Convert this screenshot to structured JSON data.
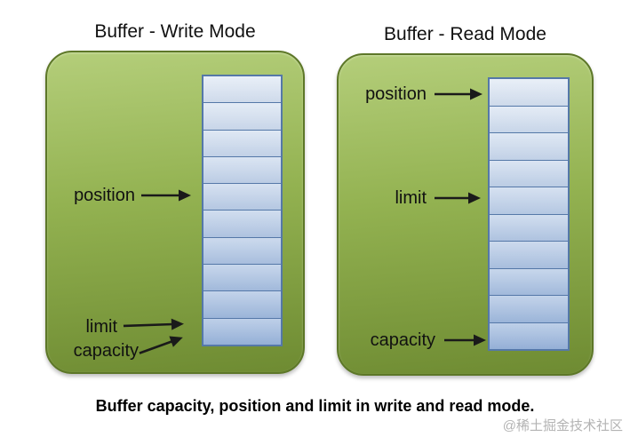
{
  "figure": {
    "caption": "Buffer capacity, position and limit in write and read mode.",
    "watermark": "@稀土掘金技术社区"
  },
  "colors": {
    "panel_gradient_top": "#b4ce7a",
    "panel_gradient_bottom": "#6e8b32",
    "panel_border": "#5d7728",
    "cell_gradient_top": "#dfe8f4",
    "cell_gradient_bottom": "#9bb6dc",
    "cell_border": "#5578a8",
    "label_text": "#111111",
    "watermark_text": "#b3b3b3"
  },
  "diagrams": [
    {
      "title": "Buffer - Write Mode",
      "cell_count": 10,
      "labels": [
        {
          "text": "position",
          "points_to_cell": 5
        },
        {
          "text": "limit",
          "points_to_cell": 10
        },
        {
          "text": "capacity",
          "points_to_cell": 10
        }
      ]
    },
    {
      "title": "Buffer - Read Mode",
      "cell_count": 10,
      "labels": [
        {
          "text": "position",
          "points_to_cell": 1
        },
        {
          "text": "limit",
          "points_to_cell": 5
        },
        {
          "text": "capacity",
          "points_to_cell": 10
        }
      ]
    }
  ]
}
